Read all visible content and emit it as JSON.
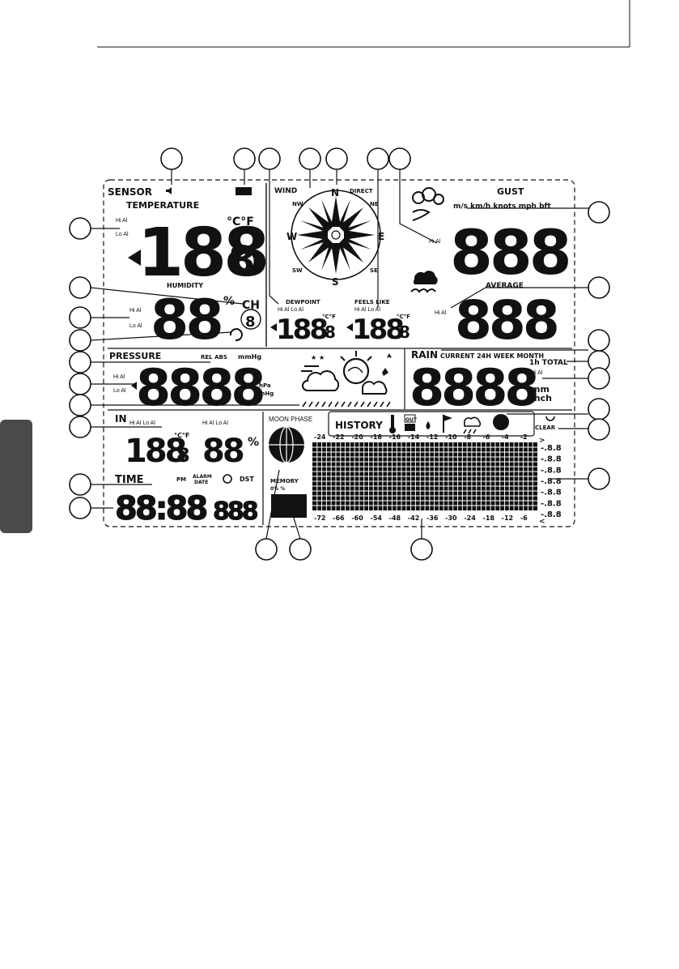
{
  "side_tab": {
    "color": "#4a4a4a"
  },
  "sensor": {
    "label": "SENSOR",
    "icon": "speaker-icon"
  },
  "temperature": {
    "label": "TEMPERATURE",
    "unit": "°C°F",
    "hi": "Hi Al",
    "lo": "Lo Al"
  },
  "humidity": {
    "label": "HUMIDITY",
    "unit": "%",
    "ch": "CH",
    "hi": "Hi Al",
    "lo": "Lo Al"
  },
  "wind": {
    "label": "WIND",
    "direct": "DIRECT",
    "n": "N",
    "s": "S",
    "w": "W",
    "e": "E",
    "nw": "NW",
    "ne": "NE",
    "sw": "SW",
    "se": "SE"
  },
  "dewpoint": {
    "label": "DEWPOINT",
    "hilo": "Hi Al  Lo Al",
    "unit": "°C°F"
  },
  "feels_like": {
    "label": "FEELS LIKE",
    "hilo": "Hi Al  Lo Al",
    "unit": "°C°F"
  },
  "gust": {
    "label": "GUST",
    "units": "m/s km/h knots mph bft",
    "hi": "Hi Al"
  },
  "average": {
    "label": "AVERAGE",
    "hi": "Hi Al"
  },
  "pressure": {
    "label": "PRESSURE",
    "rel_abs": "REL ABS",
    "mmhg": "mmHg",
    "hpa": "hPa",
    "inhg": "inHg",
    "hi": "Hi Al",
    "lo": "Lo Al"
  },
  "rain": {
    "label": "RAIN",
    "modes": "CURRENT 24H WEEK MONTH",
    "total": "1h TOTAL",
    "hi": "Hi Al",
    "mm": "mm",
    "inch": "inch"
  },
  "indoor": {
    "label": "IN",
    "hilo1": "Hi Al  Lo Al",
    "hilo2": "Hi Al  Lo Al",
    "unit": "°C°F",
    "pct": "%"
  },
  "time": {
    "label": "TIME",
    "pm": "PM",
    "alarm": "ALARM",
    "date": "DATE",
    "dst": "DST"
  },
  "moon": {
    "label": "MOON PHASE"
  },
  "memory": {
    "label": "MEMORY",
    "pct": "0% %"
  },
  "history": {
    "label": "HISTORY",
    "out": "OUT",
    "in": "IN",
    "clear": "CLEAR"
  },
  "graph_top": [
    "-24",
    "-22",
    "-20",
    "-18",
    "-16",
    "-14",
    "-12",
    "-10",
    "-8",
    "-6",
    "-4",
    "-2"
  ],
  "graph_bottom": [
    "-72",
    "-66",
    "-60",
    "-54",
    "-48",
    "-42",
    "-36",
    "-30",
    "-24",
    "-18",
    "-12",
    "-6"
  ],
  "graph_scale": [
    "-.8.8",
    "-.8.8",
    "-.8.8",
    "-.8.8",
    "-.8.8",
    "-.8.8",
    "-.8.8"
  ],
  "digits": {
    "temp": "188",
    "temp_small": "8",
    "hum": "88",
    "ch_digit": "8",
    "dew": "188",
    "dew_small": "8",
    "feel": "188",
    "feel_small": "8",
    "gust": "888",
    "avg": "888",
    "press": "8888",
    "rain": "8888",
    "in_temp": "188",
    "in_small": "8",
    "in_hum": "88",
    "time": "88:88",
    "date": "888"
  }
}
